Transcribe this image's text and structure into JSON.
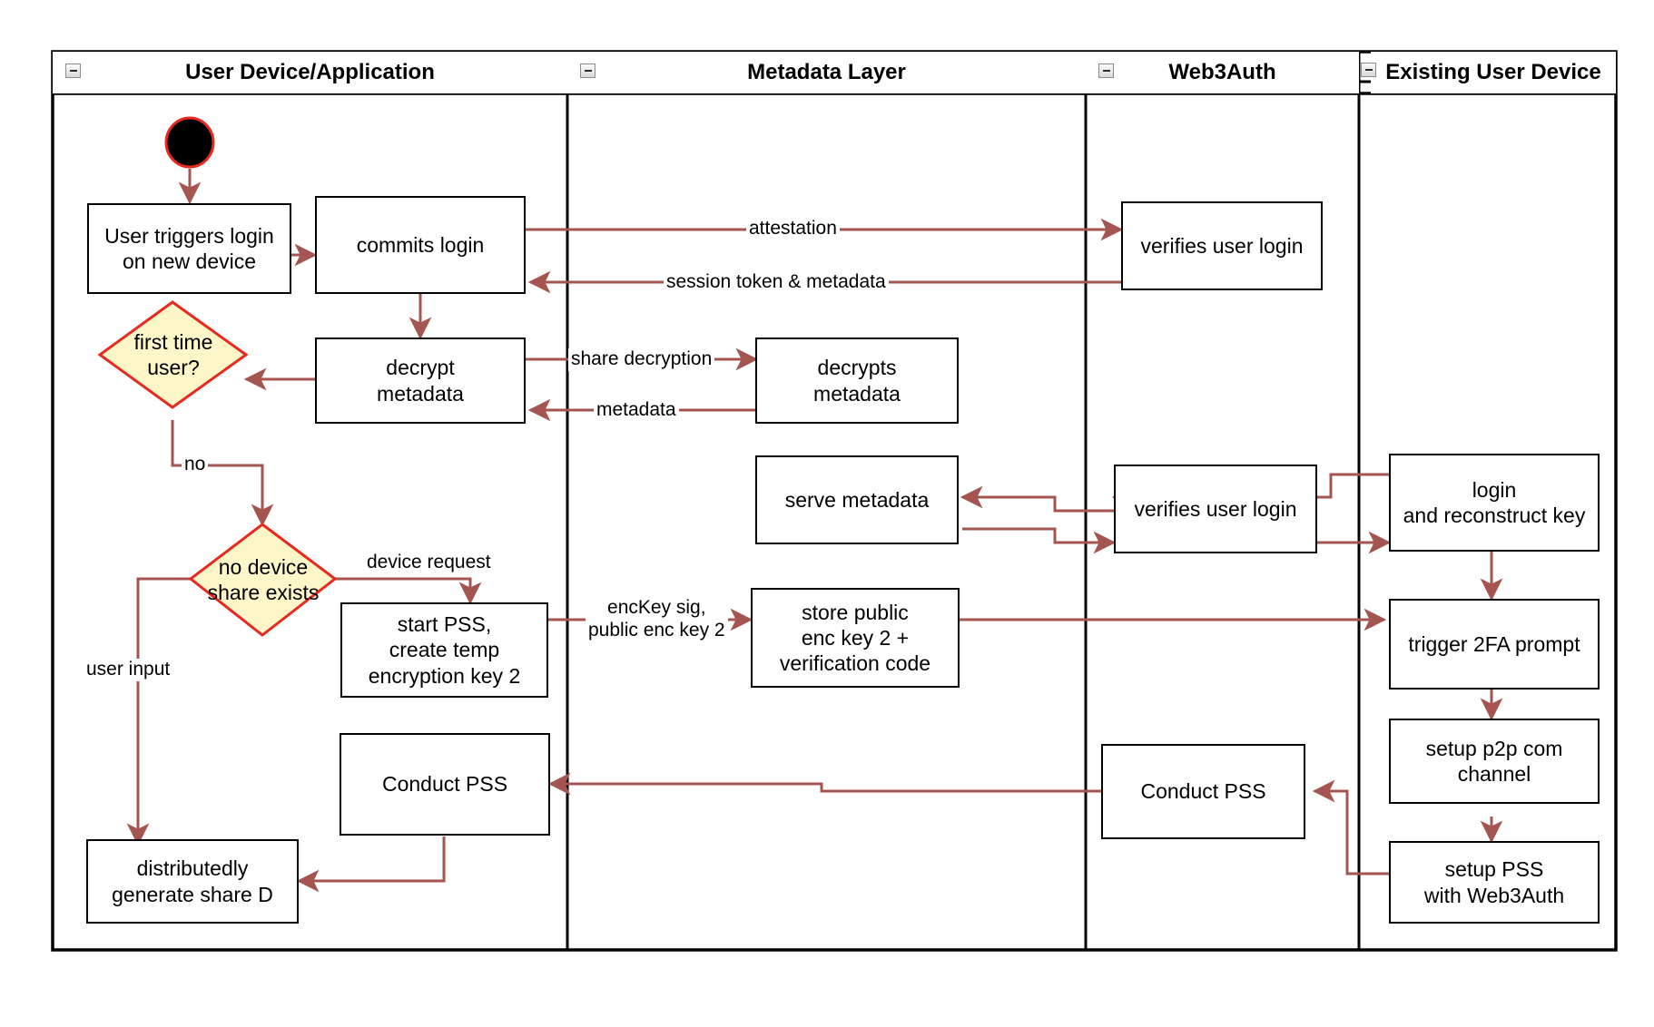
{
  "diagram": {
    "type": "swimlane-activity-diagram",
    "title": "Web3Auth new-device login / PSS key share flow",
    "colors": {
      "edge": "#a5554f",
      "decision_fill": "#fdf6c8",
      "decision_stroke": "#e8291f",
      "start_fill": "#000000",
      "start_stroke": "#e8291f",
      "node_stroke": "#000000",
      "lane_stroke": "#000000",
      "background": "#ffffff"
    },
    "lanes": [
      {
        "id": "lane-user-device",
        "label": "User Device/Application",
        "collapse_icon": "collapse-icon"
      },
      {
        "id": "lane-metadata",
        "label": "Metadata Layer",
        "collapse_icon": "collapse-icon"
      },
      {
        "id": "lane-web3auth",
        "label": "Web3Auth",
        "collapse_icon": "collapse-icon"
      },
      {
        "id": "lane-existing-device",
        "label": "Existing User Device",
        "collapse_icon": "collapse-icon"
      }
    ],
    "start_node": {
      "id": "start",
      "shape": "filled-circle",
      "lane": "lane-user-device"
    },
    "nodes": [
      {
        "id": "user-triggers-login",
        "label": "User triggers login\non new device",
        "shape": "rect",
        "lane": "lane-user-device"
      },
      {
        "id": "commits-login",
        "label": "commits login",
        "shape": "rect",
        "lane": "lane-user-device"
      },
      {
        "id": "decrypt-metadata",
        "label": "decrypt\nmetadata",
        "shape": "rect",
        "lane": "lane-user-device"
      },
      {
        "id": "first-time-user",
        "label": "first time\nuser?",
        "shape": "diamond",
        "lane": "lane-user-device"
      },
      {
        "id": "no-device-share-exists",
        "label": "no device\nshare exists",
        "shape": "diamond",
        "lane": "lane-user-device"
      },
      {
        "id": "start-pss-create-temp-key",
        "label": "start PSS,\ncreate temp\nencryption key 2",
        "shape": "rect",
        "lane": "lane-user-device"
      },
      {
        "id": "conduct-pss-user",
        "label": "Conduct PSS",
        "shape": "rect",
        "lane": "lane-user-device"
      },
      {
        "id": "distributedly-generate-share-d",
        "label": "distributedly\ngenerate share D",
        "shape": "rect",
        "lane": "lane-user-device"
      },
      {
        "id": "decrypts-metadata",
        "label": "decrypts\nmetadata",
        "shape": "rect",
        "lane": "lane-metadata"
      },
      {
        "id": "serve-metadata",
        "label": "serve metadata",
        "shape": "rect",
        "lane": "lane-metadata"
      },
      {
        "id": "store-public-enc-key-2",
        "label": "store public\nenc key 2 +\nverification code",
        "shape": "rect",
        "lane": "lane-metadata"
      },
      {
        "id": "verifies-user-login-1",
        "label": "verifies user login",
        "shape": "rect",
        "lane": "lane-web3auth"
      },
      {
        "id": "verifies-user-login-2",
        "label": "verifies user login",
        "shape": "rect",
        "lane": "lane-web3auth"
      },
      {
        "id": "conduct-pss-web3auth",
        "label": "Conduct PSS",
        "shape": "rect",
        "lane": "lane-web3auth"
      },
      {
        "id": "login-and-reconstruct-key",
        "label": "login\nand reconstruct key",
        "shape": "rect",
        "lane": "lane-existing-device"
      },
      {
        "id": "trigger-2fa-prompt",
        "label": "trigger 2FA prompt",
        "shape": "rect",
        "lane": "lane-existing-device"
      },
      {
        "id": "setup-p2p-com-channel",
        "label": "setup p2p com\nchannel",
        "shape": "rect",
        "lane": "lane-existing-device"
      },
      {
        "id": "setup-pss-with-web3auth",
        "label": "setup PSS\nwith Web3Auth",
        "shape": "rect",
        "lane": "lane-existing-device"
      }
    ],
    "edge_labels": [
      {
        "id": "attestation",
        "text": "attestation"
      },
      {
        "id": "session-token-metadata",
        "text": "session token & metadata"
      },
      {
        "id": "share-decryption",
        "text": "share decryption"
      },
      {
        "id": "metadata",
        "text": "metadata"
      },
      {
        "id": "no",
        "text": "no"
      },
      {
        "id": "device-request",
        "text": "device request"
      },
      {
        "id": "user-input",
        "text": "user input"
      },
      {
        "id": "enckey-sig-public-enc-key-2",
        "text": "encKey sig,\npublic enc key 2"
      }
    ],
    "edges": [
      {
        "from": "start",
        "to": "user-triggers-login",
        "label": ""
      },
      {
        "from": "user-triggers-login",
        "to": "commits-login",
        "label": ""
      },
      {
        "from": "commits-login",
        "to": "verifies-user-login-1",
        "label": "attestation"
      },
      {
        "from": "verifies-user-login-1",
        "to": "commits-login",
        "label": "session token & metadata"
      },
      {
        "from": "commits-login",
        "to": "decrypt-metadata",
        "label": ""
      },
      {
        "from": "decrypt-metadata",
        "to": "decrypts-metadata",
        "label": "share decryption"
      },
      {
        "from": "decrypts-metadata",
        "to": "decrypt-metadata",
        "label": "metadata"
      },
      {
        "from": "decrypt-metadata",
        "to": "first-time-user",
        "label": ""
      },
      {
        "from": "first-time-user",
        "to": "no-device-share-exists",
        "label": "no"
      },
      {
        "from": "no-device-share-exists",
        "to": "start-pss-create-temp-key",
        "label": "device request"
      },
      {
        "from": "no-device-share-exists",
        "to": "distributedly-generate-share-d",
        "label": "user input"
      },
      {
        "from": "start-pss-create-temp-key",
        "to": "store-public-enc-key-2",
        "label": "encKey sig,\npublic enc key 2"
      },
      {
        "from": "store-public-enc-key-2",
        "to": "trigger-2fa-prompt",
        "label": ""
      },
      {
        "from": "login-and-reconstruct-key",
        "to": "verifies-user-login-2",
        "label": ""
      },
      {
        "from": "verifies-user-login-2",
        "to": "serve-metadata",
        "label": ""
      },
      {
        "from": "serve-metadata",
        "to": "verifies-user-login-2",
        "label": ""
      },
      {
        "from": "verifies-user-login-2",
        "to": "login-and-reconstruct-key",
        "label": ""
      },
      {
        "from": "login-and-reconstruct-key",
        "to": "trigger-2fa-prompt",
        "label": ""
      },
      {
        "from": "trigger-2fa-prompt",
        "to": "setup-p2p-com-channel",
        "label": ""
      },
      {
        "from": "setup-p2p-com-channel",
        "to": "setup-pss-with-web3auth",
        "label": ""
      },
      {
        "from": "setup-pss-with-web3auth",
        "to": "conduct-pss-web3auth",
        "label": ""
      },
      {
        "from": "conduct-pss-web3auth",
        "to": "conduct-pss-user",
        "label": ""
      },
      {
        "from": "conduct-pss-user",
        "to": "distributedly-generate-share-d",
        "label": ""
      }
    ]
  }
}
